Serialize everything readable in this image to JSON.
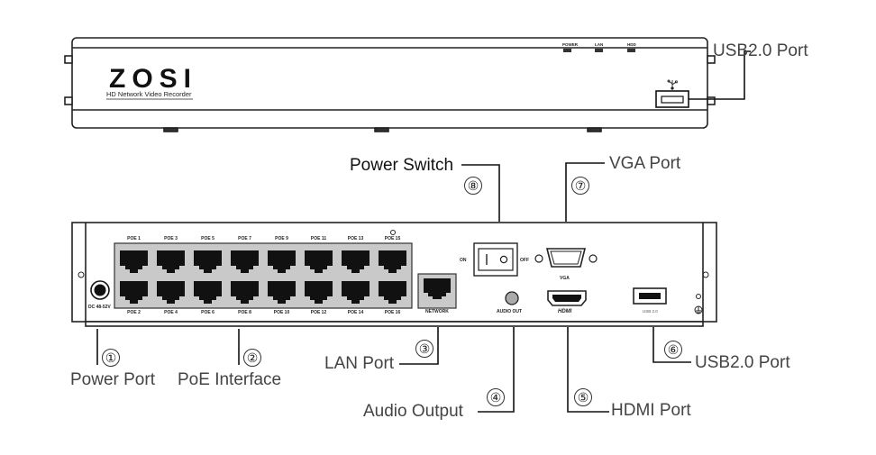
{
  "front_panel": {
    "brand": "ZOSI",
    "subtitle": "HD Network Video Recorder",
    "indicators": [
      "POWER",
      "LAN",
      "HDD"
    ]
  },
  "rear_panel": {
    "poe_top": [
      "POE 1",
      "POE 3",
      "POE 5",
      "POE 7",
      "POE 9",
      "POE 11",
      "POE 13",
      "POE 15"
    ],
    "poe_bottom": [
      "POE 2",
      "POE 4",
      "POE 6",
      "POE 8",
      "POE 10",
      "POE 12",
      "POE 14",
      "POE 16"
    ],
    "power_jack": "DC 48-52V",
    "network": "NETWORK",
    "switch_on": "ON",
    "switch_off": "OFF",
    "vga": "VGA",
    "audio_out": "AUDIO OUT",
    "hdmi": "HDMI",
    "usb": "USB 2.0"
  },
  "callouts": {
    "usb_front": "USB2.0 Port",
    "power_switch": {
      "num": "⑧",
      "label": "Power Switch"
    },
    "vga_port": {
      "num": "⑦",
      "label": "VGA Port"
    },
    "power_port": {
      "num": "①",
      "label": "Power Port"
    },
    "poe_interface": {
      "num": "②",
      "label": "PoE Interface"
    },
    "lan_port": {
      "num": "③",
      "label": "LAN Port"
    },
    "audio_output": {
      "num": "④",
      "label": "Audio Output"
    },
    "hdmi_port": {
      "num": "⑤",
      "label": "HDMI Port"
    },
    "usb_rear": {
      "num": "⑥",
      "label": "USB2.0 Port"
    }
  }
}
